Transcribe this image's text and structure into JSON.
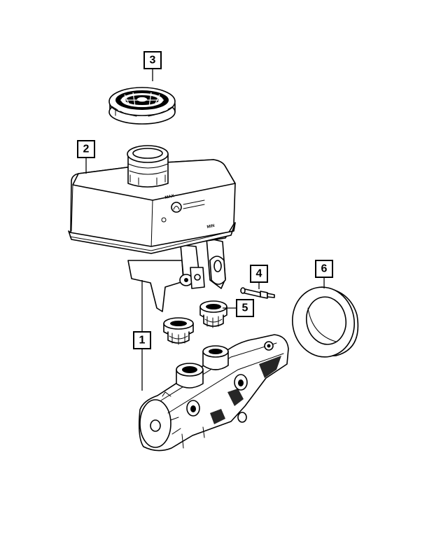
{
  "callouts": [
    {
      "id": "1",
      "label": "1"
    },
    {
      "id": "2",
      "label": "2"
    },
    {
      "id": "3",
      "label": "3"
    },
    {
      "id": "4",
      "label": "4"
    },
    {
      "id": "5",
      "label": "5"
    },
    {
      "id": "6",
      "label": "6"
    }
  ],
  "reservoir_markings": {
    "max_label": "MAX",
    "min_label": "MIN"
  }
}
